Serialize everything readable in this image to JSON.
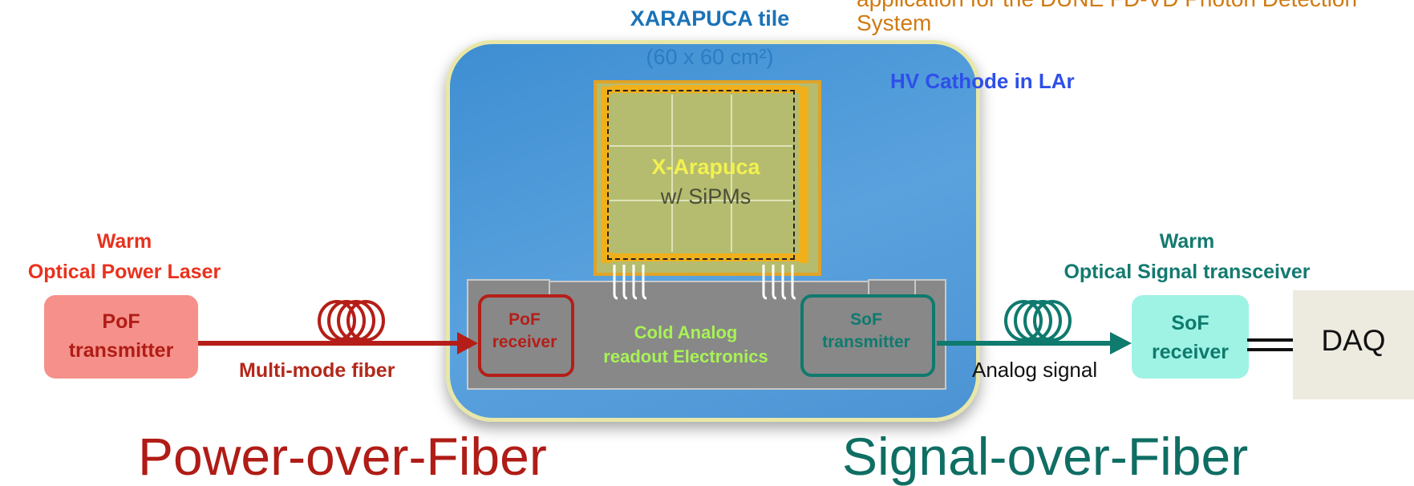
{
  "header": {
    "top_note_line1": "application for the DUNE FD-VD Photon Detection",
    "top_note_line2": "System"
  },
  "tile": {
    "title": "XARAPUCA tile",
    "size": "(60 x 60 cm²)",
    "cathode": "HV Cathode in LAr",
    "xarapuca_label": "X-Arapuca",
    "xarapuca_sub": "w/ SiPMs",
    "electronics_line1": "Cold Analog",
    "electronics_line2": "readout Electronics",
    "pof_receiver_line1": "PoF",
    "pof_receiver_line2": "receiver",
    "sof_transmitter_line1": "SoF",
    "sof_transmitter_line2": "transmitter"
  },
  "left": {
    "warm_line1": "Warm",
    "warm_line2": "Optical Power Laser",
    "transmitter_line1": "PoF",
    "transmitter_line2": "transmitter",
    "fiber_label": "Multi-mode fiber",
    "big_label": "Power-over-Fiber"
  },
  "right": {
    "warm_line1": "Warm",
    "warm_line2": "Optical Signal transceiver",
    "receiver_line1": "SoF",
    "receiver_line2": "receiver",
    "signal_label": "Analog signal",
    "daq": "DAQ",
    "big_label": "Signal-over-Fiber"
  },
  "colors": {
    "power_red": "#b51e18",
    "signal_teal": "#0f7a6e",
    "tile_blue": "#4a96d6"
  }
}
